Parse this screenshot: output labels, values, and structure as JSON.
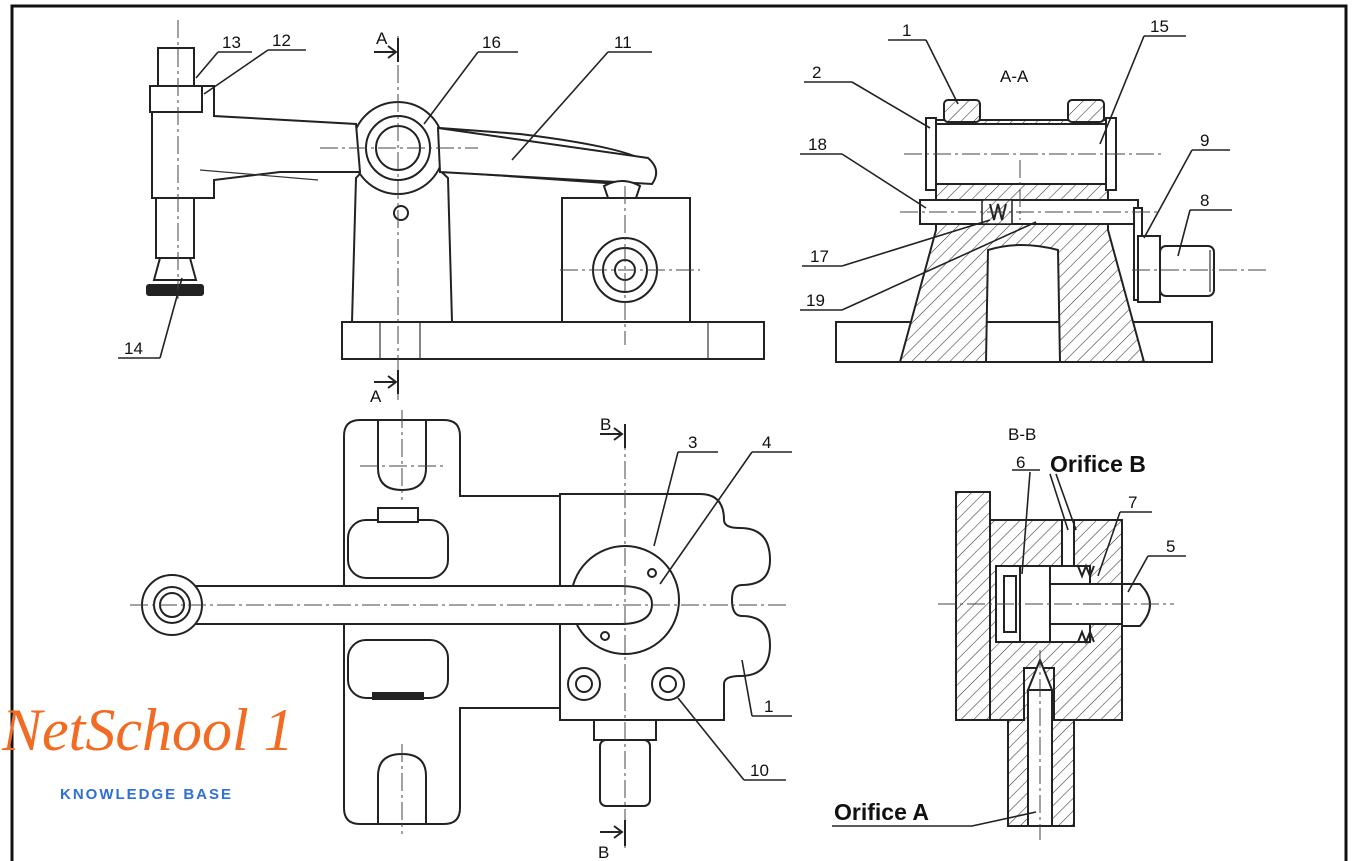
{
  "sections": {
    "aa_cut": "A",
    "aa_title": "A-A",
    "bb_cut": "B",
    "bb_title": "B-B"
  },
  "orifices": {
    "a": "Orifice A",
    "b": "Orifice B"
  },
  "callouts": {
    "p1": "1",
    "p1b": "1",
    "p2": "2",
    "p3": "3",
    "p4": "4",
    "p5": "5",
    "p6": "6",
    "p7": "7",
    "p8": "8",
    "p9": "9",
    "p10": "10",
    "p11": "11",
    "p12": "12",
    "p13": "13",
    "p14": "14",
    "p15": "15",
    "p16": "16",
    "p17": "17",
    "p18": "18",
    "p19": "19"
  },
  "watermark": {
    "name": "NetSchool 1",
    "tagline": "KNOWLEDGE BASE"
  },
  "colors": {
    "watermark_orange": "#f26b22",
    "watermark_blue": "#2f6fd6",
    "line": "#222222"
  }
}
